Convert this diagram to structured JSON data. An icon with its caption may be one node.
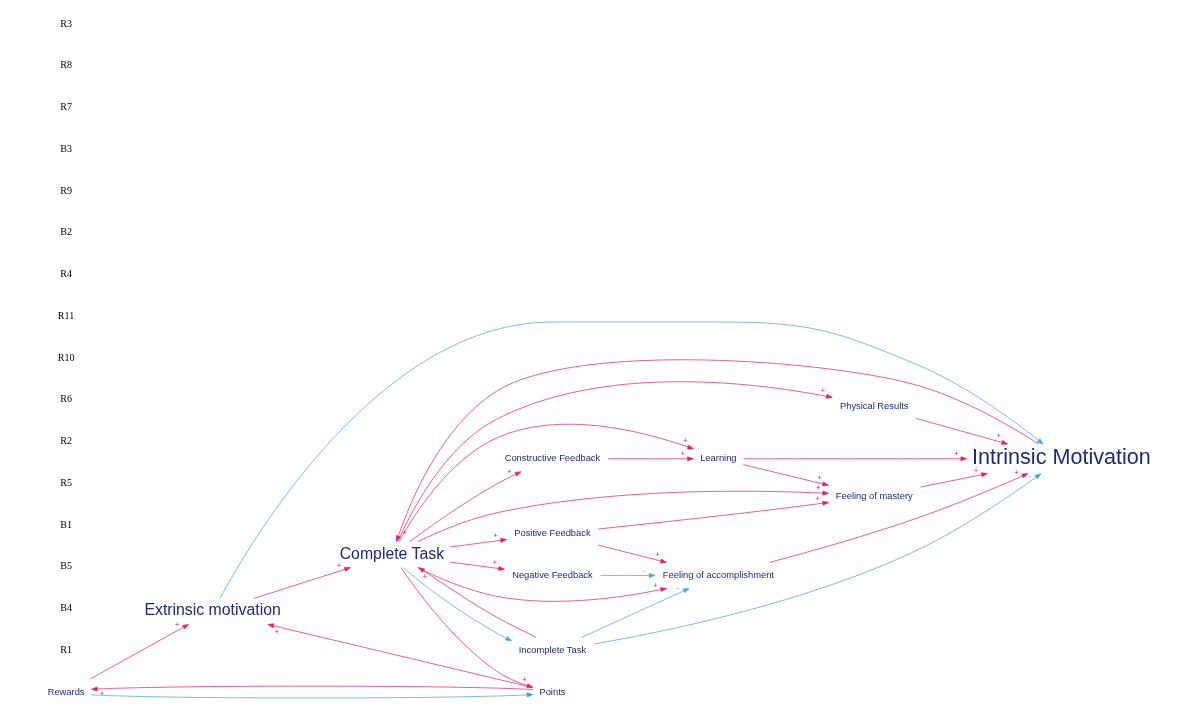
{
  "diagram": {
    "nodes": [
      {
        "text": [
          "Rewards"
        ]
      },
      {
        "text": [
          "Extrinsic motivation"
        ]
      },
      {
        "text": [
          "Points"
        ]
      },
      {
        "text": [
          "Complete Task"
        ]
      },
      {
        "text": [
          "Physical Results"
        ]
      },
      {
        "text": [
          "Constructive Feedback"
        ]
      },
      {
        "text": [
          "Intrinsic Motivation"
        ]
      },
      {
        "text": [
          "Learning"
        ]
      },
      {
        "text": [
          "Feeling of mastery"
        ]
      },
      {
        "text": [
          "Negative Feedback"
        ]
      },
      {
        "text": [
          "Positive Feedback"
        ]
      },
      {
        "text": [
          "Incomplete Task"
        ]
      },
      {
        "text": [
          "Feeling of accomplishment"
        ]
      }
    ],
    "edges": [
      {
        "from": 0,
        "to": 1,
        "arrow": "to",
        "label": "+"
      },
      {
        "from": 0,
        "to": 2,
        "arrow": "to",
        "color": "#4a9fe0"
      },
      {
        "from": 2,
        "to": 0,
        "arrow": "to",
        "label": "+"
      },
      {
        "from": 2,
        "to": 1,
        "arrow": "to",
        "label": "+"
      },
      {
        "from": 1,
        "to": 3,
        "arrow": "to",
        "label": "+"
      },
      {
        "from": 1,
        "to": 6,
        "arrow": "to",
        "color": "#4a9fe0"
      },
      {
        "from": 6,
        "to": 3,
        "arrow": "to",
        "label": "+"
      },
      {
        "from": 3,
        "to": 2,
        "arrow": "to",
        "label": "+"
      },
      {
        "from": 3,
        "to": 4,
        "arrow": "to",
        "label": "+"
      },
      {
        "from": 3,
        "to": 5,
        "arrow": "to",
        "label": "+"
      },
      {
        "from": 3,
        "to": 7,
        "arrow": "to",
        "label": "+"
      },
      {
        "from": 3,
        "to": 8,
        "arrow": "to",
        "label": "+"
      },
      {
        "from": 3,
        "to": 10,
        "arrow": "to",
        "label": "+"
      },
      {
        "from": 3,
        "to": 9,
        "arrow": "to",
        "label": "+"
      },
      {
        "from": 3,
        "to": 12,
        "arrow": "to",
        "label": "+"
      },
      {
        "from": 3,
        "to": 11,
        "arrow": "to",
        "color": "#4a9fe0"
      },
      {
        "from": 11,
        "to": 3,
        "arrow": "to",
        "label": "+"
      },
      {
        "from": 11,
        "to": 12,
        "arrow": "to",
        "label": "-",
        "color": "#4a9fe0"
      },
      {
        "from": 11,
        "to": 6,
        "arrow": "to",
        "label": "-",
        "color": "#4a9fe0"
      },
      {
        "from": 4,
        "to": 6,
        "arrow": "to",
        "label": "+"
      },
      {
        "from": 5,
        "to": 7,
        "arrow": "to",
        "label": "+"
      },
      {
        "from": 7,
        "to": 6,
        "arrow": "to",
        "label": "+"
      },
      {
        "from": 7,
        "to": 8,
        "arrow": "to",
        "label": "+"
      },
      {
        "from": 8,
        "to": 6,
        "arrow": "to",
        "label": "+"
      },
      {
        "from": 10,
        "to": 8,
        "arrow": "to",
        "label": "+"
      },
      {
        "from": 10,
        "to": 12,
        "arrow": "to",
        "label": "+"
      },
      {
        "from": 9,
        "to": 12,
        "arrow": "to",
        "label": "-",
        "color": "#4a9fe0"
      },
      {
        "from": 12,
        "to": 6,
        "arrow": "to",
        "label": "+"
      }
    ],
    "labels": [
      "R1",
      "B4",
      "B5",
      "B1",
      "R5",
      "R2",
      "R6",
      "R10",
      "R11",
      "R4",
      "B2",
      "R9",
      "B3",
      "R7",
      "R8",
      "R3"
    ]
  }
}
